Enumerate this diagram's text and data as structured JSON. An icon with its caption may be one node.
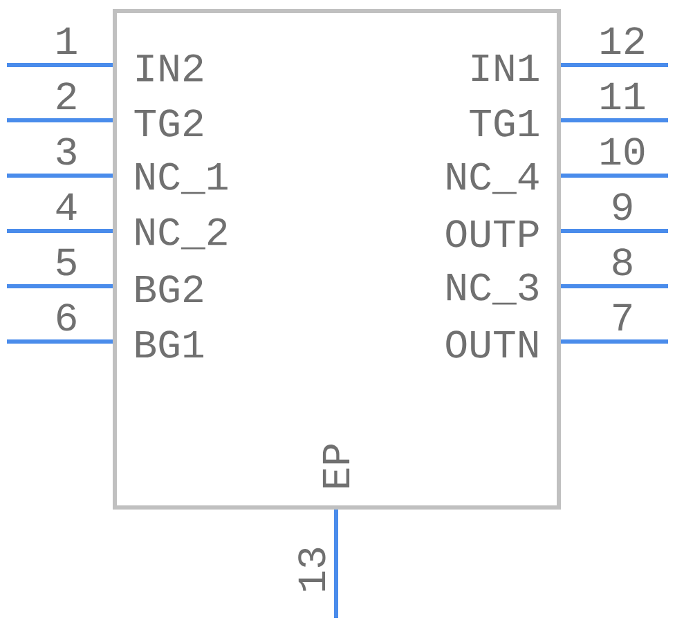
{
  "diagram": {
    "nodes": [
      {
        "text": [
          "IN2",
          "TG2",
          "NC_1",
          "NC_2",
          "BG2",
          "BG1",
          "IN1",
          "TG1",
          "NC_4",
          "OUTP",
          "NC_3",
          "OUTN",
          "EP"
        ]
      }
    ],
    "labels": [
      "1",
      "2",
      "3",
      "4",
      "5",
      "6",
      "7",
      "8",
      "9",
      "10",
      "11",
      "12",
      "13"
    ]
  }
}
